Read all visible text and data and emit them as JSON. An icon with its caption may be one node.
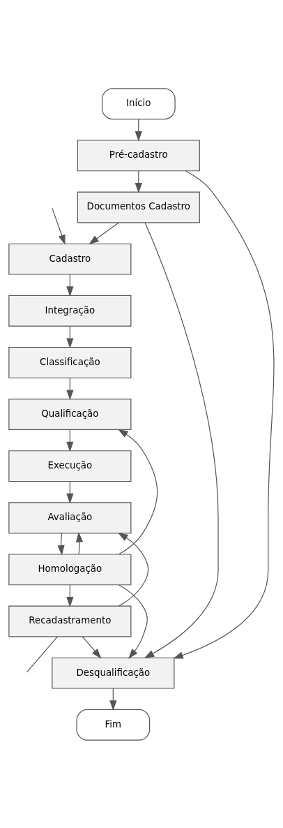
{
  "diagram": {
    "nodes": [
      {
        "text": [
          "Início"
        ]
      },
      {
        "text": [
          "Pré-cadastro"
        ]
      },
      {
        "text": [
          "Documentos Cadastro"
        ]
      },
      {
        "text": [
          "Cadastro"
        ]
      },
      {
        "text": [
          "Integração"
        ]
      },
      {
        "text": [
          "Classificação"
        ]
      },
      {
        "text": [
          "Qualificação"
        ]
      },
      {
        "text": [
          "Execução"
        ]
      },
      {
        "text": [
          "Avaliação"
        ]
      },
      {
        "text": [
          "Homologação"
        ]
      },
      {
        "text": [
          "Recadastramento"
        ]
      },
      {
        "text": [
          "Desqualificação"
        ]
      },
      {
        "text": [
          "Fim"
        ]
      }
    ],
    "edges": [
      {
        "from": 0,
        "to": 1,
        "arrow": "to"
      },
      {
        "from": 1,
        "to": 2,
        "arrow": "to"
      },
      {
        "from": 2,
        "to": 3,
        "arrow": "to"
      },
      {
        "from": null,
        "to": 3,
        "arrow": "to"
      },
      {
        "from": 3,
        "to": 4,
        "arrow": "to"
      },
      {
        "from": 4,
        "to": 5,
        "arrow": "to"
      },
      {
        "from": 5,
        "to": 6,
        "arrow": "to"
      },
      {
        "from": 6,
        "to": 7,
        "arrow": "to"
      },
      {
        "from": 7,
        "to": 8,
        "arrow": "to"
      },
      {
        "from": 8,
        "to": 9,
        "arrow": "to"
      },
      {
        "from": 9,
        "to": 10,
        "arrow": "to"
      },
      {
        "from": 9,
        "to": 8,
        "arrow": "to"
      },
      {
        "from": 10,
        "to": 8,
        "arrow": "to"
      },
      {
        "from": 10,
        "to": null,
        "arrow": "none"
      },
      {
        "from": 9,
        "to": 6,
        "arrow": "to"
      },
      {
        "from": 9,
        "to": 11,
        "arrow": "to"
      },
      {
        "from": 10,
        "to": 11,
        "arrow": "to"
      },
      {
        "from": 1,
        "to": 11,
        "arrow": "to"
      },
      {
        "from": 2,
        "to": 11,
        "arrow": "to"
      },
      {
        "from": 11,
        "to": 12,
        "arrow": "to"
      }
    ]
  }
}
